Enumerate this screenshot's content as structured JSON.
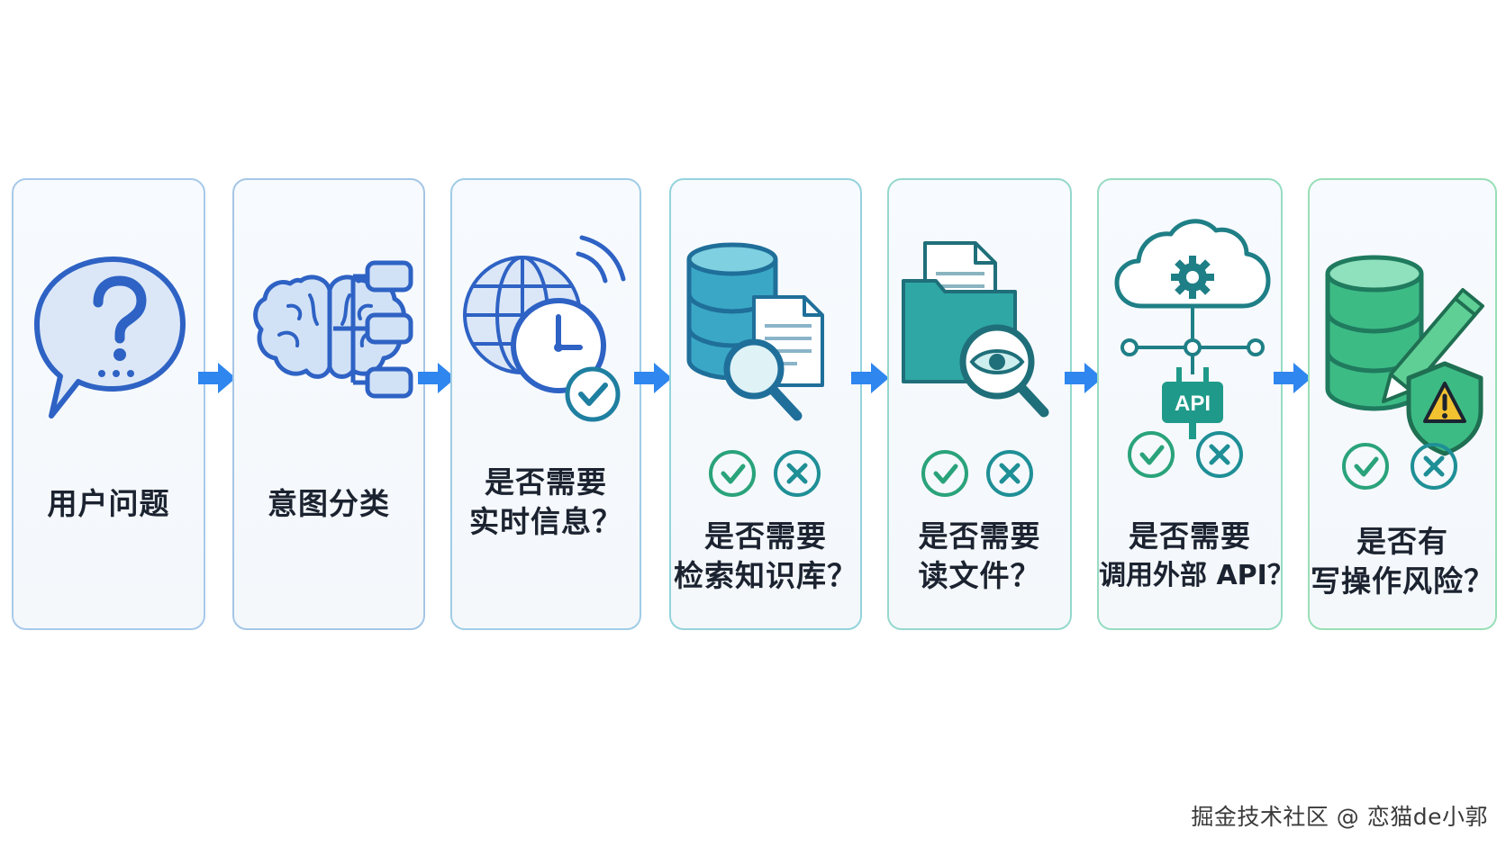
{
  "steps": [
    {
      "label": "用户问题"
    },
    {
      "label": "意图分类"
    },
    {
      "label_lines": [
        "是否需要",
        "实时信息？"
      ]
    },
    {
      "label_lines": [
        "是否需要",
        "检索知识库？"
      ]
    },
    {
      "label_lines": [
        "是否需要",
        "读文件？"
      ]
    },
    {
      "label_lines": [
        "是否需要",
        "调用外部 API？"
      ]
    },
    {
      "label_lines": [
        "是否有",
        "写操作风险？"
      ]
    }
  ],
  "api_badge": "API",
  "watermark": "掘金技术社区 @ 恋猫de小郭",
  "colors": {
    "blue": "#2e62c4",
    "arrow": "#2f86ee",
    "teal": "#1a8a8f",
    "green": "#2ca36b",
    "warning": "#f2c230"
  }
}
